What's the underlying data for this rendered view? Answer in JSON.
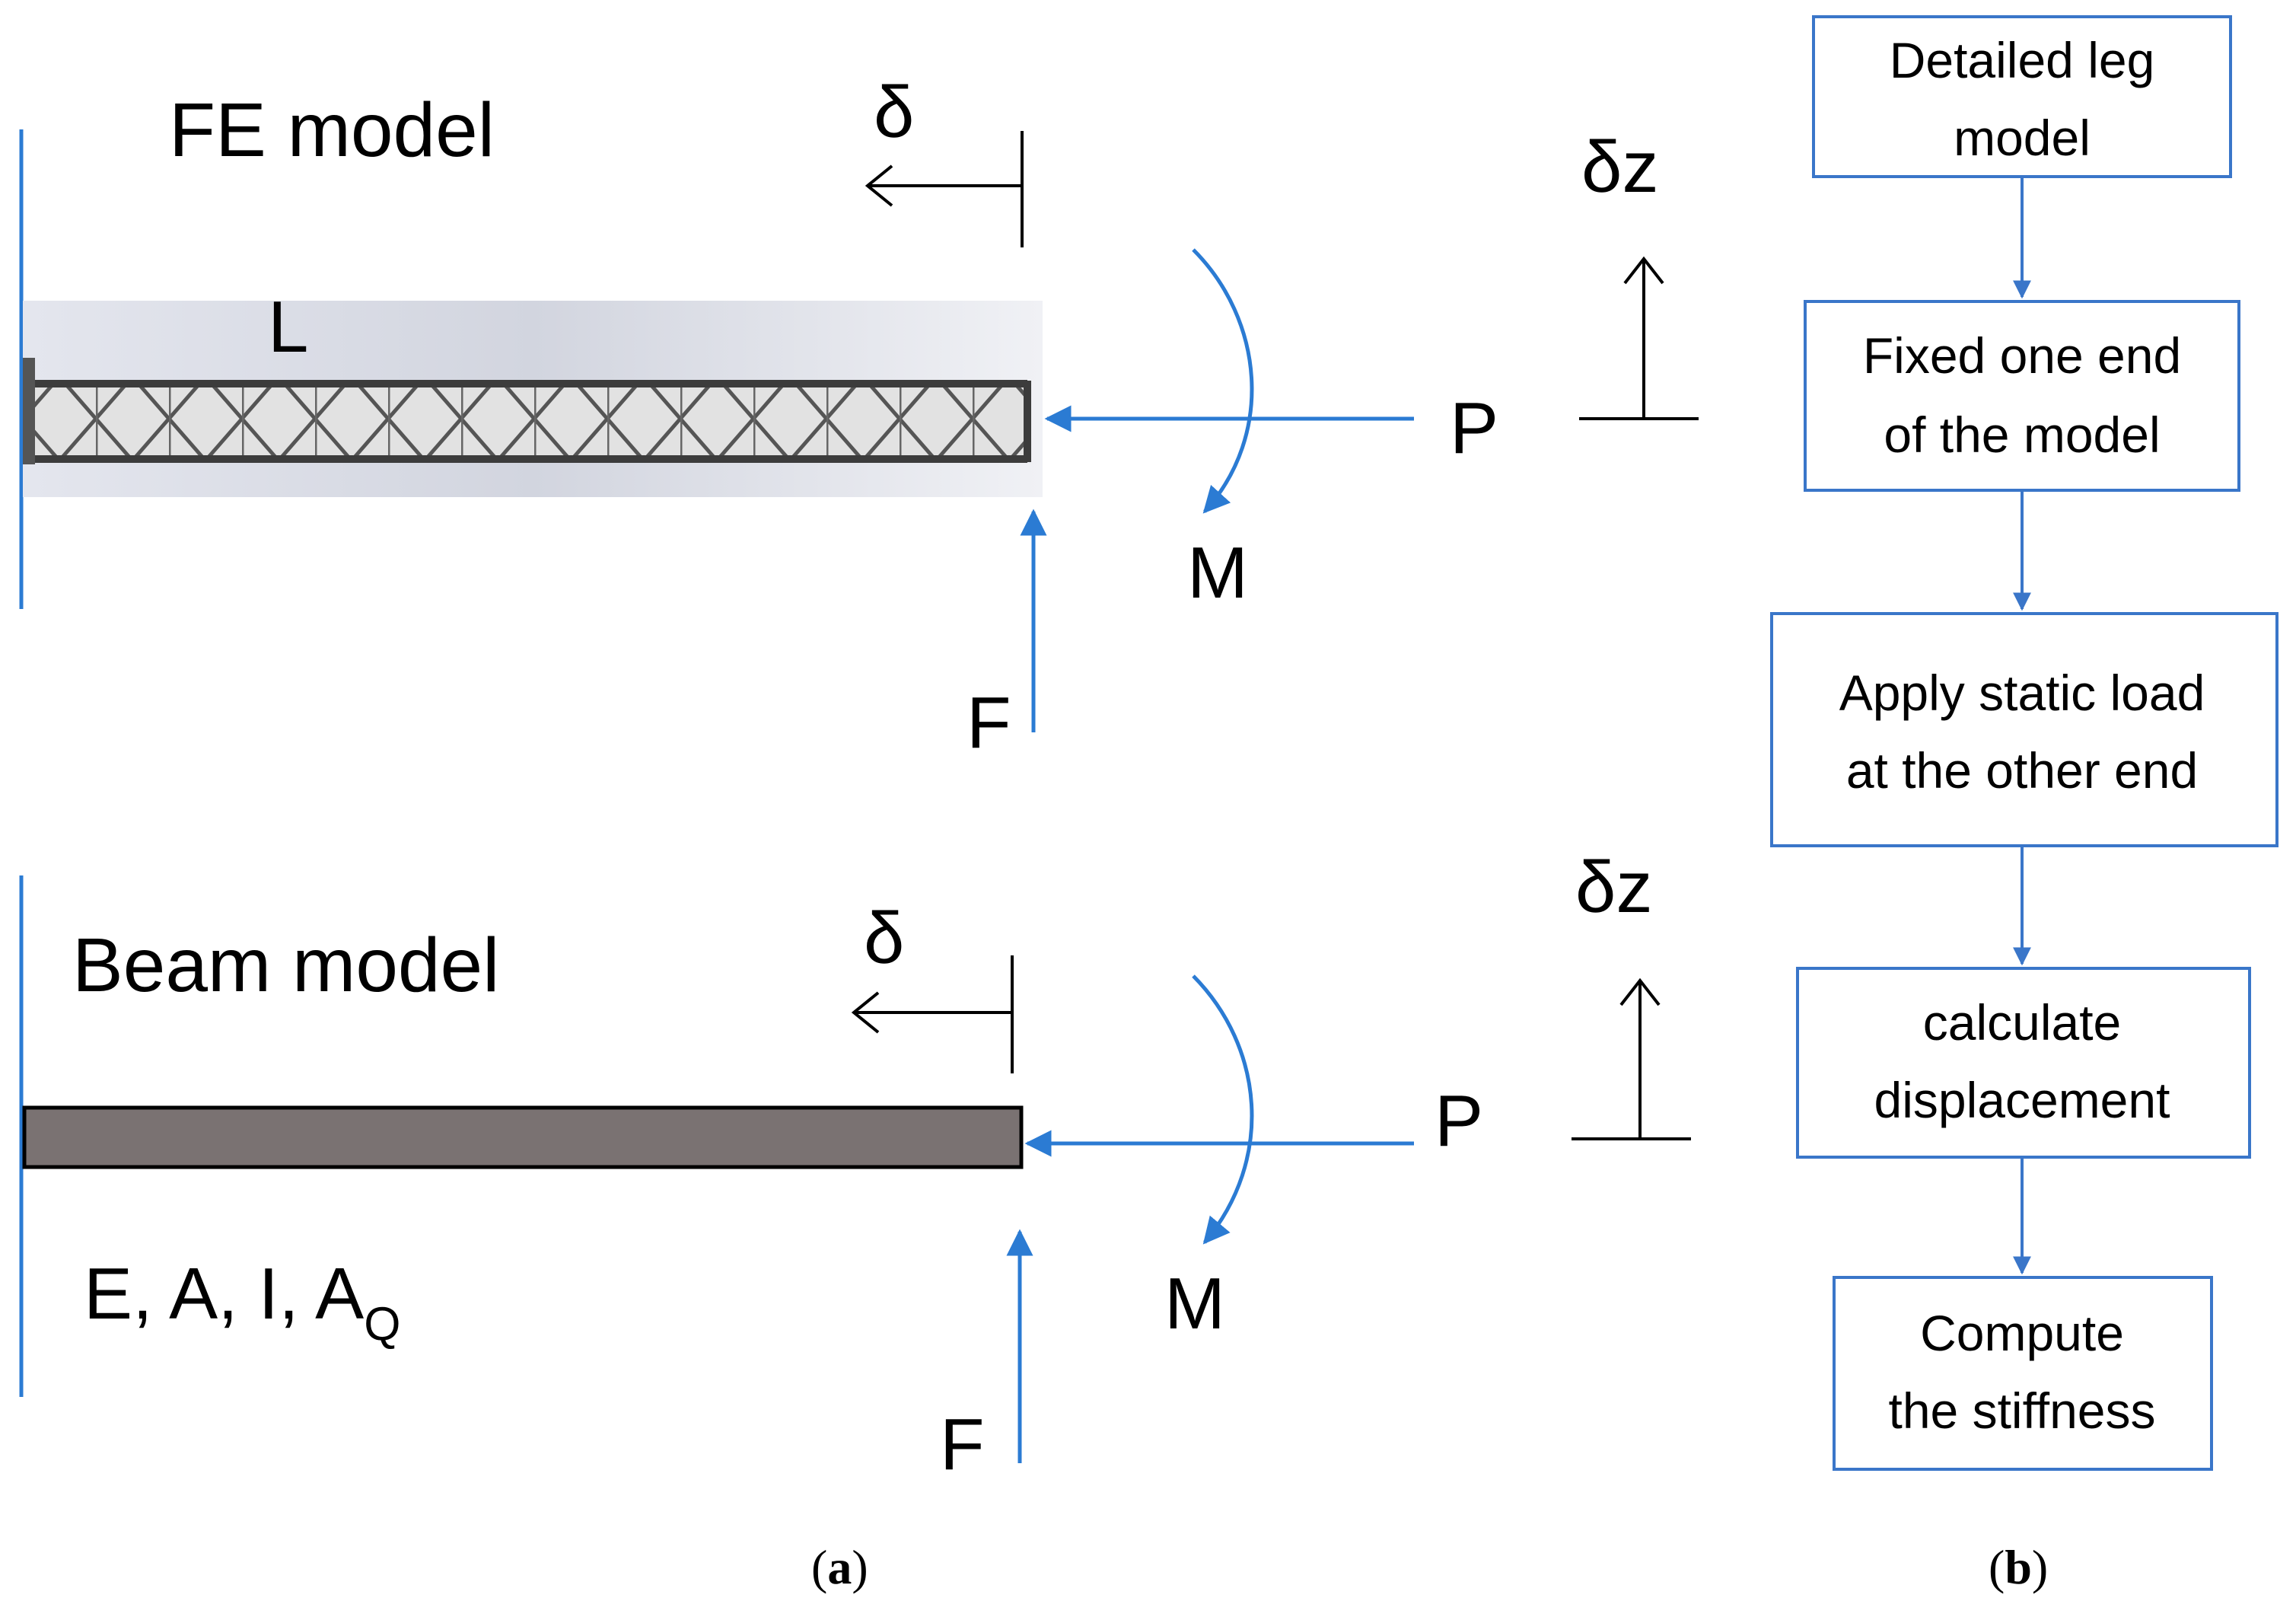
{
  "panel_a": {
    "fe": {
      "title": "FE model",
      "length_label": "L",
      "delta_label": "δ",
      "dz_label": "δz",
      "p_label": "P",
      "m_label": "M",
      "f_label": "F"
    },
    "beam": {
      "title": "Beam model",
      "delta_label": "δ",
      "dz_label": "δz",
      "p_label": "P",
      "m_label": "M",
      "f_label": "F",
      "props_label": "E, A, I, A",
      "props_subscript": "Q"
    },
    "caption_open": "(",
    "caption_letter": "a",
    "caption_close": ")"
  },
  "panel_b": {
    "steps": [
      {
        "line1": "Detailed leg",
        "line2": "model"
      },
      {
        "line1": "Fixed one end",
        "line2": "of the model"
      },
      {
        "line1": "Apply static load",
        "line2": "at the other end"
      },
      {
        "line1": "calculate",
        "line2": "displacement"
      },
      {
        "line1": "Compute",
        "line2": "the stiffness"
      }
    ],
    "caption_open": "(",
    "caption_letter": "b",
    "caption_close": ")"
  },
  "colors": {
    "accent_blue": "#2b7bd3",
    "flow_border": "#3a76c9",
    "beam_fill": "#7a7272",
    "truss_dark": "#4a4a4a"
  }
}
